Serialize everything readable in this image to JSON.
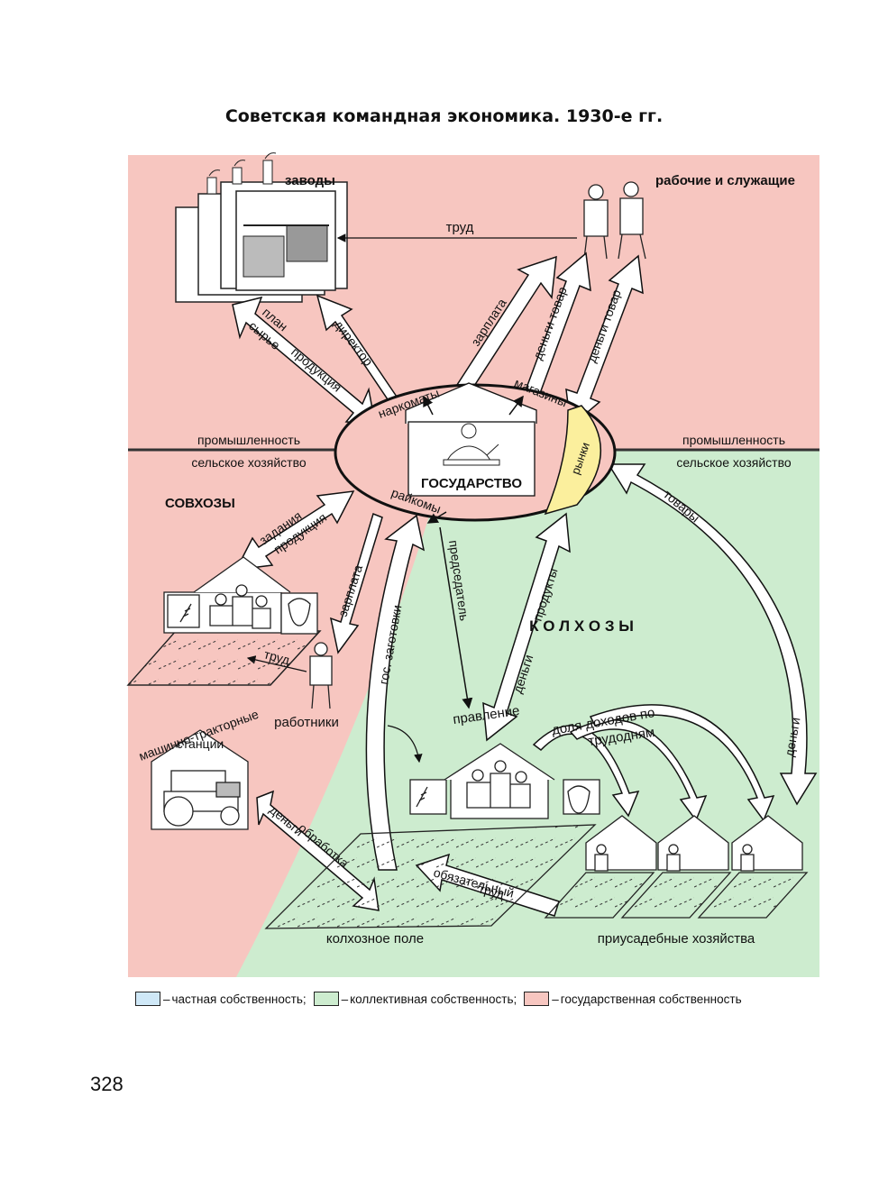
{
  "title": "Советская командная экономика. 1930-е гг.",
  "page_number": "328",
  "colors": {
    "state_property": "#f7c6c0",
    "collective_property": "#cdeccf",
    "private_property": "#cfe8f7",
    "markets": "#fbef9d",
    "ink": "#111111"
  },
  "sectors": {
    "industry_left": "промышленность",
    "agriculture_left": "сельское хозяйство",
    "industry_right": "промышленность",
    "agriculture_right": "сельское хозяйство"
  },
  "center": {
    "state": "ГОСУДАРСТВО",
    "commissariats": "наркоматы",
    "shops": "магазины",
    "markets": "рынки",
    "district_committees": "райкомы"
  },
  "nodes": {
    "factories": "заводы",
    "workers": "рабочие и служащие",
    "sovkhozes": "СОВХОЗЫ",
    "sovkhoz_workers": "работники",
    "mts": "машинно-тракторные",
    "mts_line2": "станции",
    "kolkhozes": "К О Л Х О З Ы",
    "board": "правление",
    "kolkhoz_field": "колхозное поле",
    "household_plots": "приусадебные хозяйства"
  },
  "flows": {
    "labor_top": "труд",
    "plan_materials_line1": "план",
    "plan_materials_line2": "сырье",
    "production_top": "продукция",
    "director": "директор",
    "wages_top": "зарплата",
    "money_goods_1": "деньги товар",
    "money_goods_2": "деньги товар",
    "tasks": "задания",
    "production_sovkhoz": "продукция",
    "wages_sovkhoz": "зарплата",
    "labor_sovkhoz": "труд",
    "state_procurement": "гос. заготовки",
    "chairman": "председатель",
    "money_products_1": "деньги",
    "money_products_2": "продукты",
    "goods": "товары",
    "money_right": "деньги",
    "income_share_line1": "доля доходов по",
    "income_share_line2": "трудодням",
    "money_processing_line1": "деньги",
    "money_processing_line2": "обработка",
    "mandatory_labor_line1": "обязательный",
    "mandatory_labor_line2": "труд"
  },
  "legend": {
    "private": "частная собственность;",
    "collective": "коллективная собственность;",
    "state": "государственная собственность"
  }
}
